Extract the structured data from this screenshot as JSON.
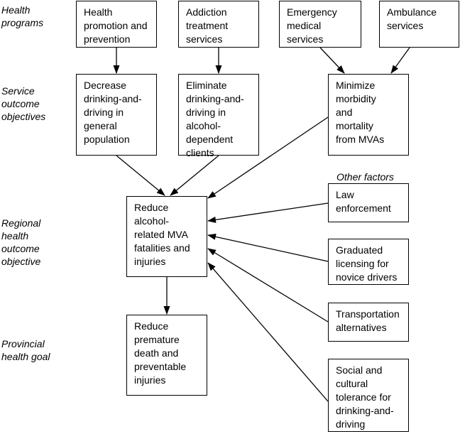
{
  "levels": {
    "health_programs": "Health\nprograms",
    "service_outcome": "Service\noutcome\nobjectives",
    "regional": "Regional\nhealth\noutcome\nobjective",
    "provincial": "Provincial\nhealth goal"
  },
  "other_factors_label": "Other factors",
  "programs": {
    "health_promotion": "Health\npromotion and\nprevention",
    "addiction": "Addiction\ntreatment\nservices",
    "emergency": "Emergency\nmedical\nservices",
    "ambulance": "Ambulance\nservices"
  },
  "objectives": {
    "decrease": "Decrease\ndrinking-and-\ndriving in\ngeneral\npopulation",
    "eliminate": "Eliminate\ndrinking-and-\ndriving in\nalcohol-\ndependent\nclients",
    "minimize": "Minimize\nmorbidity\nand\nmortality\nfrom MVAs"
  },
  "regional_objective": "Reduce\nalcohol-\nrelated MVA\nfatalities and\ninjuries",
  "provincial_goal": "Reduce\npremature\ndeath and\npreventable\ninjuries",
  "factors": {
    "law": "Law\nenforcement",
    "licensing": "Graduated\nlicensing for\nnovice drivers",
    "transport": "Transportation\nalternatives",
    "tolerance": "Social and\ncultural\ntolerance for\ndrinking-and-\ndriving"
  }
}
